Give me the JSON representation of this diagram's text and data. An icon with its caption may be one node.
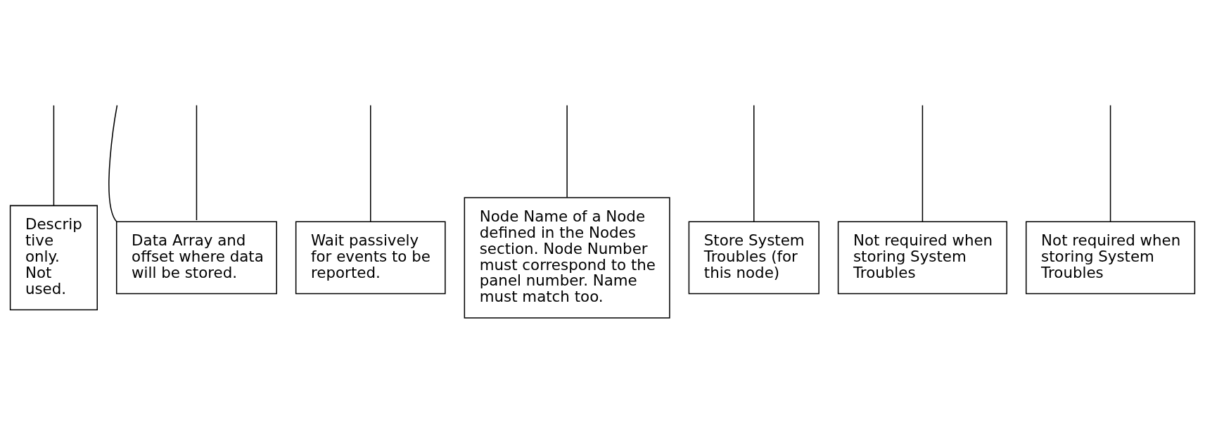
{
  "diagram": {
    "nodes": [
      {
        "text": [
          "Descrip tive only. Not used."
        ]
      },
      {
        "text": [
          "Data Array and offset where data will be stored."
        ]
      },
      {
        "text": [
          "Wait passively for events to be reported."
        ]
      },
      {
        "text": [
          "Node Name of a Node defined in the Nodes section. Node Number must correspond to the panel number. Name must match too."
        ]
      },
      {
        "text": [
          "Store System Troubles (for this node)"
        ]
      },
      {
        "text": [
          "Not required when storing System Troubles"
        ]
      },
      {
        "text": [
          "Not required when storing System Troubles"
        ]
      }
    ],
    "edges": [
      {
        "from": 0,
        "to": null,
        "arrow": "none"
      },
      {
        "from": 1,
        "to": null,
        "arrow": "none"
      },
      {
        "from": 1,
        "to": null,
        "arrow": "none"
      },
      {
        "from": 2,
        "to": null,
        "arrow": "none"
      },
      {
        "from": 3,
        "to": null,
        "arrow": "none"
      },
      {
        "from": 4,
        "to": null,
        "arrow": "none"
      },
      {
        "from": 5,
        "to": null,
        "arrow": "none"
      },
      {
        "from": 6,
        "to": null,
        "arrow": "none"
      }
    ]
  }
}
